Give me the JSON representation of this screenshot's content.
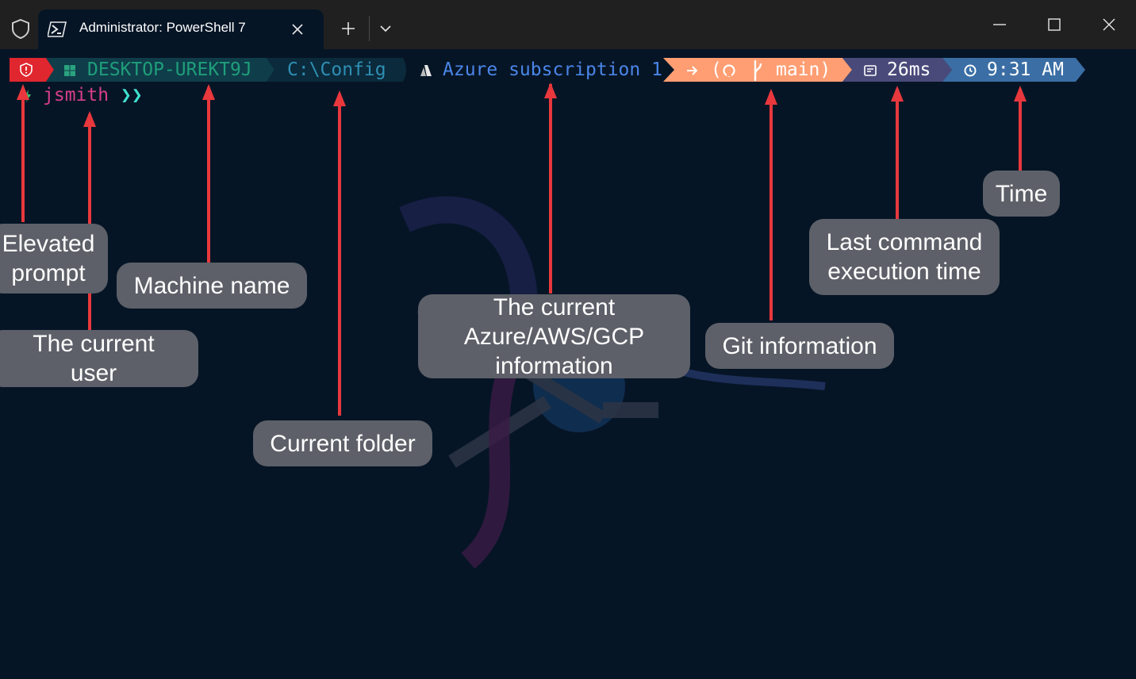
{
  "window": {
    "tab_title": "Administrator: PowerShell 7",
    "icons": [
      "shield-icon",
      "powershell-icon",
      "close-icon",
      "plus-icon",
      "chevron-down-icon",
      "minimize-icon",
      "maximize-icon",
      "window-close-icon"
    ]
  },
  "prompt": {
    "machine": "DESKTOP-UREKT9J",
    "folder": "C:\\Config",
    "cloud": "Azure subscription 1",
    "git_open": "(",
    "git_branch": "main)",
    "exec_time": "26ms",
    "time": "9:31 AM",
    "user": "jsmith",
    "chevrons": "❯❯"
  },
  "colors": {
    "terminal_bg": "#061526",
    "elevated": "#e0262e",
    "machine": "#0f3d4a",
    "folder": "#0b2a3c",
    "git": "#ff9e73",
    "exec": "#4a4a7a",
    "time": "#3a6ea5",
    "user_text": "#d63e8c",
    "chevrons": "#40e0d0",
    "callout": "#5d6068",
    "arrow": "#e8383d"
  },
  "callouts": {
    "elevated": [
      "Elevated",
      "prompt"
    ],
    "user": [
      "The current",
      "user"
    ],
    "machine": [
      "Machine name"
    ],
    "folder": [
      "Current folder"
    ],
    "cloud": [
      "The current",
      "Azure/AWS/GCP",
      "information"
    ],
    "git": [
      "Git information"
    ],
    "exec": [
      "Last command",
      "execution time"
    ],
    "time": [
      "Time"
    ]
  }
}
